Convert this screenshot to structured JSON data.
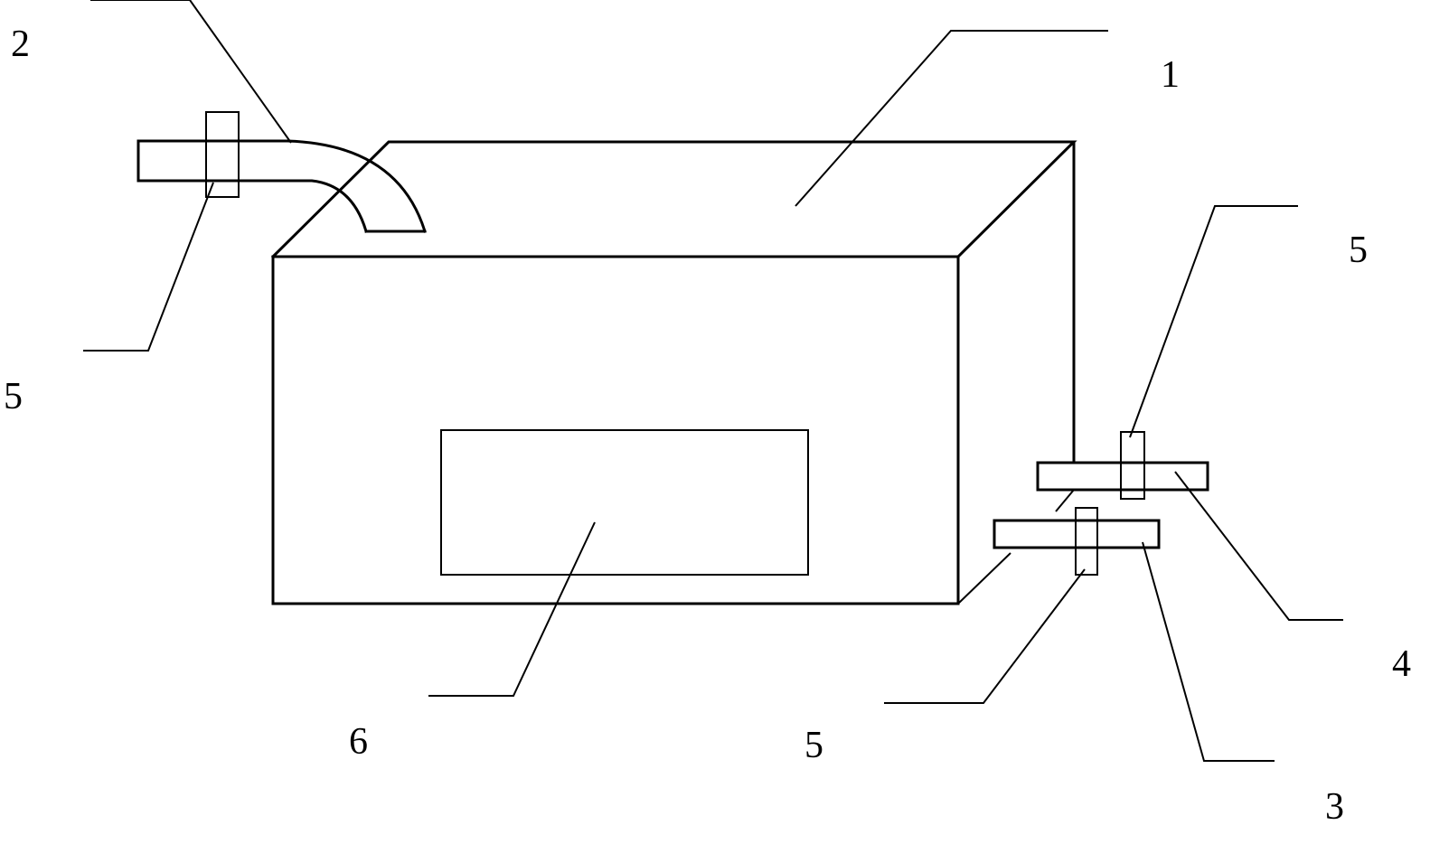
{
  "callouts": {
    "housing": "1",
    "inlet_pipe": "2",
    "outlet_pipe_lower": "3",
    "outlet_pipe_upper": "4",
    "clamp_inlet": "5",
    "clamp_upper": "5",
    "clamp_lower": "5",
    "window": "6"
  },
  "colors": {
    "line": "#000000",
    "background": "#ffffff"
  }
}
